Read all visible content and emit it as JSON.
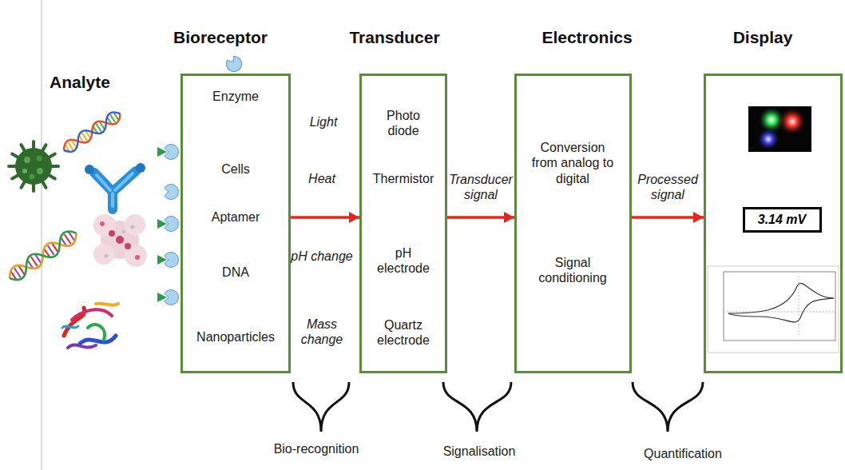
{
  "diagram": {
    "nodes": [
      {
        "text": [
          "Bioreceptor",
          "Enzyme",
          "Cells",
          "Aptamer",
          "DNA",
          "Nanoparticles"
        ]
      },
      {
        "text": [
          "Transducer",
          "Photo diode",
          "Thermistor",
          "pH electrode",
          "Quartz electrode"
        ]
      },
      {
        "text": [
          "Electronics",
          "Conversion from analog to digital",
          "Signal conditioning"
        ]
      },
      {
        "text": [
          "Display"
        ]
      },
      {
        "text": [
          "3.14 mV"
        ],
        "in": 3
      }
    ],
    "edges": [
      {
        "from": 0,
        "to": 1,
        "arrow": "to"
      },
      {
        "from": 1,
        "to": 2,
        "arrow": "to",
        "label": "Transducer signal"
      },
      {
        "from": 2,
        "to": 3,
        "arrow": "to",
        "label": "Processed signal"
      }
    ],
    "labels": [
      "Analyte",
      "Light",
      "Heat",
      "pH change",
      "Mass change",
      "Bio-recognition",
      "Signalisation",
      "Quantification"
    ]
  }
}
